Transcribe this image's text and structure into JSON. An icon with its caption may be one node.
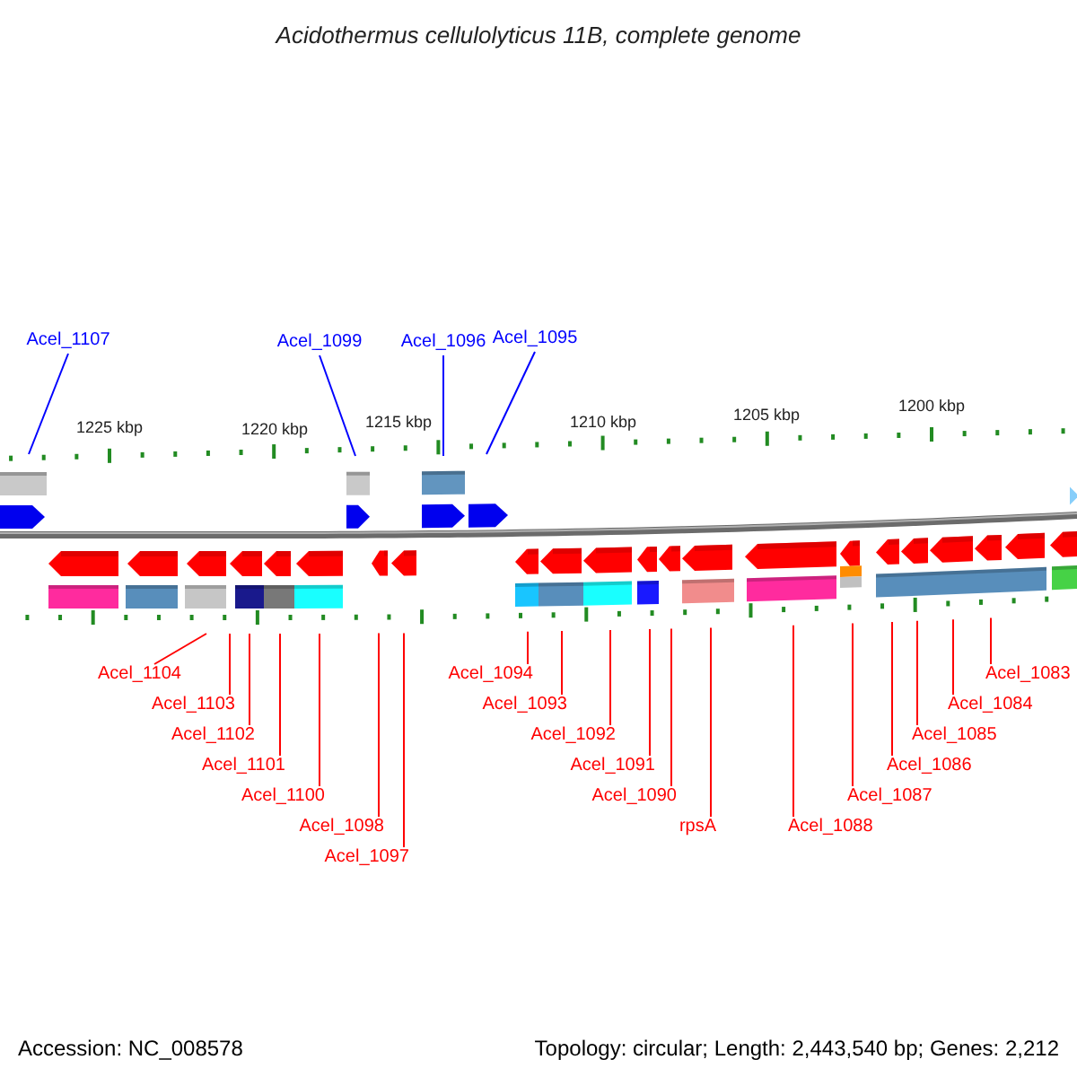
{
  "diagram": {
    "title": "Acidothermus cellulolyticus 11B, complete genome",
    "nodes": [
      {
        "text": [
          "Acel_1107"
        ]
      },
      {
        "text": [
          "Acel_1099"
        ]
      },
      {
        "text": [
          "Acel_1096"
        ]
      },
      {
        "text": [
          "Acel_1095"
        ]
      },
      {
        "text": [
          "Acel_1104"
        ]
      },
      {
        "text": [
          "Acel_1103"
        ]
      },
      {
        "text": [
          "Acel_1101"
        ]
      },
      {
        "text": [
          "Acel_1102"
        ]
      },
      {
        "text": [
          "Acel_1100"
        ]
      },
      {
        "text": [
          "Acel_1098"
        ]
      },
      {
        "text": [
          "Acel_1097"
        ]
      },
      {
        "text": [
          "Acel_1094"
        ]
      },
      {
        "text": [
          "Acel_1093"
        ]
      },
      {
        "text": [
          "Acel_1092"
        ]
      },
      {
        "text": [
          "Acel_1091"
        ]
      },
      {
        "text": [
          "Acel_1090"
        ]
      },
      {
        "text": [
          "rpsA"
        ]
      },
      {
        "text": [
          "Acel_1088"
        ]
      },
      {
        "text": [
          "Acel_1087"
        ]
      },
      {
        "text": [
          "Acel_1086"
        ]
      },
      {
        "text": [
          "Acel_1085"
        ]
      },
      {
        "text": [
          "Acel_1084"
        ]
      },
      {
        "text": [
          "Acel_1083"
        ]
      }
    ],
    "edges": [
      {
        "from": 0,
        "to": null,
        "arrow": "none",
        "color": "#0000ff"
      },
      {
        "from": 1,
        "to": null,
        "arrow": "none",
        "color": "#0000ff"
      },
      {
        "from": 2,
        "to": null,
        "arrow": "none",
        "color": "#0000ff"
      },
      {
        "from": 3,
        "to": null,
        "arrow": "none",
        "color": "#0000ff"
      },
      {
        "from": 4,
        "to": null,
        "arrow": "none"
      },
      {
        "from": 5,
        "to": null,
        "arrow": "none"
      },
      {
        "from": 6,
        "to": null,
        "arrow": "none"
      },
      {
        "from": 7,
        "to": null,
        "arrow": "none"
      },
      {
        "from": 8,
        "to": null,
        "arrow": "none"
      },
      {
        "from": 9,
        "to": null,
        "arrow": "none"
      },
      {
        "from": 10,
        "to": null,
        "arrow": "none"
      },
      {
        "from": 11,
        "to": null,
        "arrow": "none"
      },
      {
        "from": 12,
        "to": null,
        "arrow": "none"
      },
      {
        "from": 13,
        "to": null,
        "arrow": "none"
      },
      {
        "from": 14,
        "to": null,
        "arrow": "none"
      },
      {
        "from": 15,
        "to": null,
        "arrow": "none"
      },
      {
        "from": 16,
        "to": null,
        "arrow": "none"
      },
      {
        "from": 17,
        "to": null,
        "arrow": "none"
      },
      {
        "from": 18,
        "to": null,
        "arrow": "none"
      },
      {
        "from": 19,
        "to": null,
        "arrow": "none"
      },
      {
        "from": 20,
        "to": null,
        "arrow": "none"
      },
      {
        "from": 21,
        "to": null,
        "arrow": "none"
      },
      {
        "from": 22,
        "to": null,
        "arrow": "none"
      }
    ],
    "labels": [
      "1225 kbp",
      "1220 kbp",
      "1215 kbp",
      "1210 kbp",
      "1205 kbp",
      "1200 kbp",
      "Accession: NC_008578",
      "Topology: circular; Length: 2,443,540 bp; Genes: 2,212"
    ]
  }
}
